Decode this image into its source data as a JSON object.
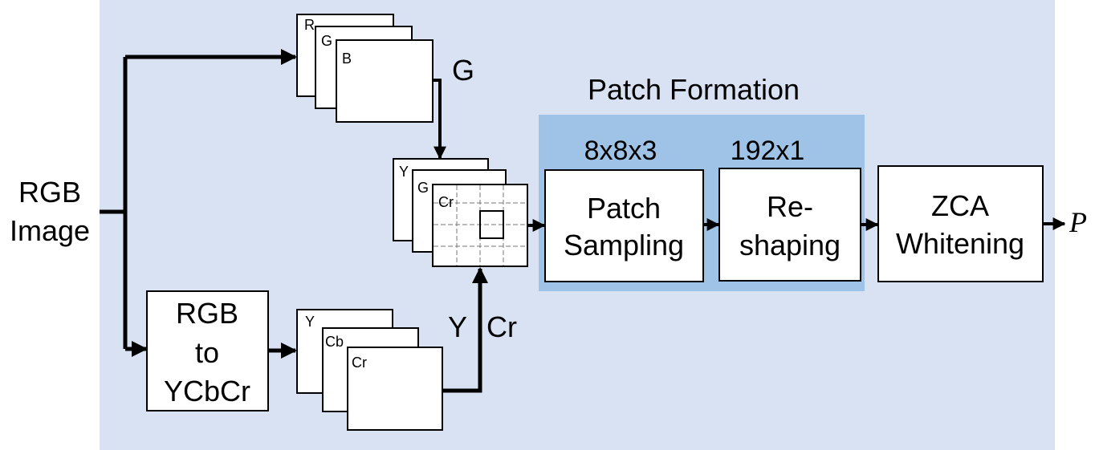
{
  "input": {
    "line1": "RGB",
    "line2": "Image"
  },
  "rgb_stack": {
    "labels": [
      "R",
      "G",
      "B"
    ],
    "output_channel": "G"
  },
  "convert_block": {
    "line1": "RGB",
    "line2": "to",
    "line3": "YCbCr"
  },
  "ycbcr_stack": {
    "labels": [
      "Y",
      "Cb",
      "Cr"
    ],
    "output_channels": [
      "Y",
      "Cr"
    ]
  },
  "combined_stack": {
    "labels": [
      "Y",
      "G",
      "Cr"
    ]
  },
  "patch_formation": {
    "title": "Patch Formation",
    "size_patch": "8x8x3",
    "size_vector": "192x1",
    "sampling": {
      "line1": "Patch",
      "line2": "Sampling"
    },
    "reshaping": {
      "line1": "Re-",
      "line2": "shaping"
    }
  },
  "zca": {
    "line1": "ZCA",
    "line2": "Whitening"
  },
  "output_symbol": "P",
  "colors": {
    "outer_bg": "#d9e2f3",
    "patch_bg": "#9fc3e7",
    "line": "#000000"
  }
}
